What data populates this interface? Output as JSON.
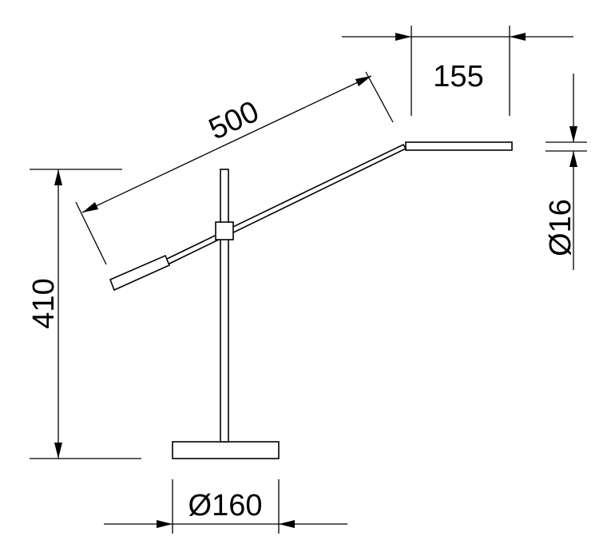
{
  "drawing": {
    "title": "Desk lamp dimension drawing",
    "dimensions": {
      "head_length": "155",
      "arm_length": "500",
      "height": "410",
      "head_thickness": "Ø16",
      "base_diameter": "Ø160"
    },
    "colors": {
      "line": "#000000",
      "background": "#ffffff"
    }
  }
}
